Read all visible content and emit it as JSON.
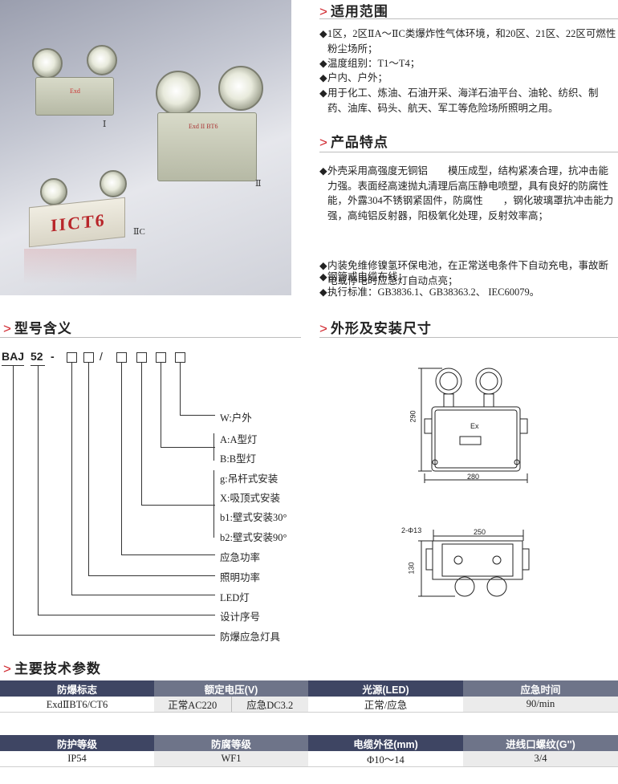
{
  "photo": {
    "labels": [
      "Ⅰ",
      "Ⅱ",
      "ⅡC"
    ],
    "sign_text": "IICT6",
    "lamp_tag_1": "Exd",
    "lamp_tag_2": "Exd II BT6"
  },
  "scope": {
    "title": "适用范围",
    "items": [
      "1区，2区ⅡA～ⅡC类爆炸性气体环境，和20区、21区、22区可燃性粉尘场所；",
      "温度组别：T1～T4；",
      "户内、户外；",
      "用于化工、炼油、石油开采、海洋石油平台、油轮、纺织、制药、油库、码头、航天、军工等危险场所照明之用。"
    ]
  },
  "features": {
    "title": "产品特点",
    "items": [
      "外壳采用高强度无铜铝　　模压成型，结构紧凑合理，抗冲击能力强。表面经高速抛丸清理后高压静电喷塑，具有良好的防腐性能，外露304不锈钢紧固件，防腐性　　，钢化玻璃罩抗冲击能力强，高纯铝反射器，阳极氧化处理，反射效率高；",
      "内装免维修镍氢环保电池，在正常送电条件下自动充电，事故断电或停电时应急灯自动点亮；",
      "钢管或电缆布线；",
      "执行标准：GB3836.1、GB38363.2、 IEC60079。"
    ]
  },
  "model": {
    "title": "型号含义",
    "code_prefix": "BAJ",
    "code_num": "52",
    "dash": "-",
    "slash": "/",
    "labels": [
      "W:户外",
      "A:A型灯",
      "B:B型灯",
      "g:吊杆式安装",
      "X:吸顶式安装",
      "b1:壁式安装30°",
      "b2:壁式安装90°",
      "应急功率",
      "照明功率",
      "LED灯",
      "设计序号",
      "防爆应急灯具"
    ]
  },
  "dimensions": {
    "title": "外形及安装尺寸",
    "front_height": "290",
    "front_width": "280",
    "front_mark": "Ex",
    "hole_label": "2-Φ13",
    "hole_spacing": "250",
    "top_depth": "130"
  },
  "tech": {
    "title": "主要技术参数",
    "row1_headers": [
      "防爆标志",
      "额定电压(V)",
      "光源(LED)",
      "应急时间"
    ],
    "row1_values": [
      "ExdⅡBT6/CT6",
      "正常AC220",
      "应急DC3.2",
      "正常/应急",
      "90/min"
    ],
    "row2_headers": [
      "防护等级",
      "防腐等级",
      "电缆外径(mm)",
      "进线口螺纹(G'')"
    ],
    "row2_values": [
      "IP54",
      "WF1",
      "Φ10～14",
      "3/4"
    ]
  },
  "colors": {
    "accent_arrow": "#d0262d",
    "header_dark": "#3e4563",
    "header_light": "#6e7489"
  }
}
